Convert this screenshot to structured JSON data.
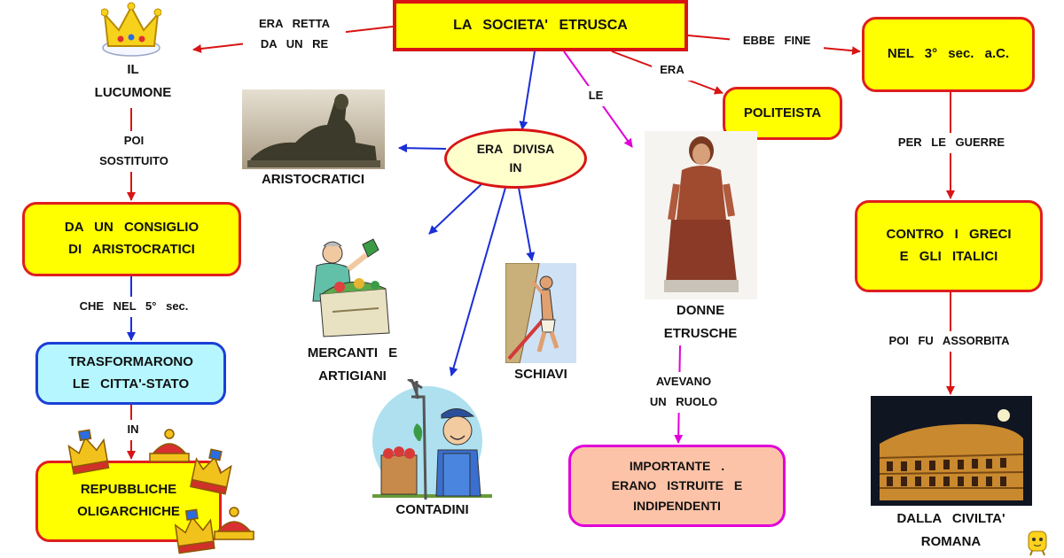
{
  "title": "LA   SOCIETA'   ETRUSCA",
  "nodes": {
    "lucumone": "IL\nLUCUMONE",
    "consiglio": "DA  UN  CONSIGLIO\nDI  ARISTOCRATICI",
    "trasformarono": "TRASFORMARONO\nLE  CITTA'-STATO",
    "repubbliche": "REPUBBLICHE\nOLIGARCHICHE",
    "divisa": "ERA  DIVISA\nIN",
    "politeista": "POLITEISTA",
    "nel3sec": "NEL  3°  sec.  a.C.",
    "contro": "CONTRO  I  GRECI\nE  GLI  ITALICI",
    "importante": "IMPORTANTE    .\nERANO  ISTRUITE  E\nINDIPENDENTI"
  },
  "labels": {
    "retta": "ERA  RETTA\nDA  UN  RE",
    "ebbe_fine": "EBBE  FINE",
    "era": "ERA",
    "le": "LE",
    "poi_sostituito": "POI\nSOSTITUITO",
    "che_nel": "CHE  NEL  5°  sec.",
    "in": "IN",
    "per_le_guerre": "PER  LE  GUERRE",
    "poi_fu": "POI  FU  ASSORBITA",
    "avevano": "AVEVANO\nUN  RUOLO"
  },
  "captions": {
    "aristocratici": "ARISTOCRATICI",
    "mercanti": "MERCANTI  E\nARTIGIANI",
    "schiavi": "SCHIAVI",
    "contadini": "CONTADINI",
    "donne": "DONNE\nETRUSCHE",
    "dalla": "DALLA  CIVILTA'\nROMANA"
  },
  "colors": {
    "red_arrow": "#d81414",
    "blue_arrow": "#1a2fd6",
    "magenta_arrow": "#e000d8",
    "box_yellow": "#ffff00",
    "box_cyan": "#b6f7ff",
    "box_peach": "#fdc3a8"
  },
  "icons": [
    "crown-icon",
    "statue-image",
    "vendor-image",
    "climber-image",
    "farmer-image",
    "woman-statue-image",
    "colosseum-image",
    "crowns-icon",
    "mascot-icon"
  ]
}
